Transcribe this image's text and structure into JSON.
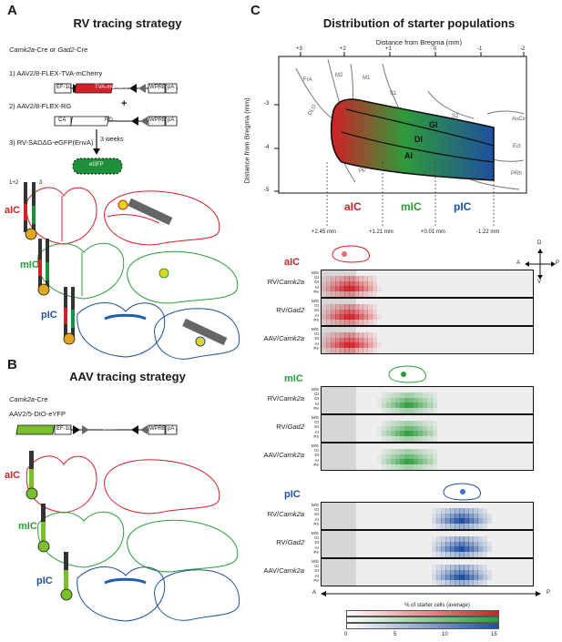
{
  "panelA": {
    "letter": "A",
    "title": "RV tracing strategy",
    "cre_line_a": "Camk2a",
    "cre_line_mid": "-Cre or ",
    "cre_line_b": "Gad2",
    "cre_line_end": "-Cre",
    "step1": "1) AAV2/8-FLEX-TVA-mCherry",
    "step2": "2) AAV2/8-FLEX-RG",
    "plus": "+",
    "step3": "3) RV-SADΔG-eGFP(EnvA)",
    "weeks": "3 weeks",
    "construct1": [
      "EF-1α",
      "TVA-mCherry",
      "WPRE",
      "pA"
    ],
    "construct2": [
      "CA",
      "RG",
      "WPRE",
      "pA"
    ],
    "egfp": "eGFP",
    "injection_label_left": "1+2",
    "injection_label_right": "3",
    "regions": [
      "aIC",
      "mIC",
      "pIC"
    ]
  },
  "panelB": {
    "letter": "B",
    "title": "AAV tracing strategy",
    "cre_a": "Camk2a",
    "cre_end": "-Cre",
    "virus": "AAV2/5-DIO-eYFP",
    "construct": [
      "EF-1α",
      "eYFP",
      "WPRE",
      "pA"
    ],
    "regions": [
      "aIC",
      "mIC",
      "pIC"
    ]
  },
  "panelC": {
    "letter": "C",
    "title": "Distribution of starter populations",
    "x_axis_title": "Distance from Bregma (mm)",
    "y_axis_title": "Distance from Bregma (mm)",
    "x_ticks": [
      "+3",
      "+2",
      "+1",
      "0",
      "-1",
      "-2"
    ],
    "y_ticks": [
      "-3",
      "-4",
      "-5"
    ],
    "areas": [
      "FrA",
      "M2",
      "M1",
      "S1",
      "S2",
      "DLO",
      "GI",
      "DI",
      "AI",
      "AuCx",
      "Ect",
      "Pir",
      "PRh"
    ],
    "subregions": [
      "aIC",
      "mIC",
      "pIC"
    ],
    "bregma_marks": [
      "+2.45 mm",
      "+1.21 mm",
      "+0.01 mm",
      "-1.22 mm"
    ],
    "compass": {
      "up": "D",
      "down": "V",
      "left": "A",
      "right": "P"
    },
    "layers": [
      "M/S",
      "GI",
      "DI",
      "AI",
      "Pir"
    ],
    "groups": [
      {
        "name": "aIC",
        "rows": [
          {
            "pre": "RV/",
            "line": "Camk2a",
            "post": ""
          },
          {
            "pre": "RV/",
            "line": "Gad2",
            "post": ""
          },
          {
            "pre": "AAV/",
            "line": "Camk2a",
            "post": ""
          }
        ]
      },
      {
        "name": "mIC",
        "rows": [
          {
            "pre": "RV/",
            "line": "Camk2a",
            "post": ""
          },
          {
            "pre": "RV/",
            "line": "Gad2",
            "post": ""
          },
          {
            "pre": "AAV/",
            "line": "Camk2a",
            "post": ""
          }
        ]
      },
      {
        "name": "pIC",
        "rows": [
          {
            "pre": "RV/",
            "line": "Camk2a",
            "post": ""
          },
          {
            "pre": "RV/",
            "line": "Gad2",
            "post": ""
          },
          {
            "pre": "AAV/",
            "line": "Camk2a",
            "post": ""
          }
        ]
      }
    ],
    "ap_axis": {
      "left": "A",
      "right": "P"
    },
    "colorbar_title": "% of starter cells (average)",
    "colorbar_ticks": [
      "0",
      "5",
      "10",
      "15"
    ],
    "colors": {
      "aIC": "#d31f26",
      "mIC": "#2a9d3a",
      "pIC": "#1f4f9e"
    }
  }
}
